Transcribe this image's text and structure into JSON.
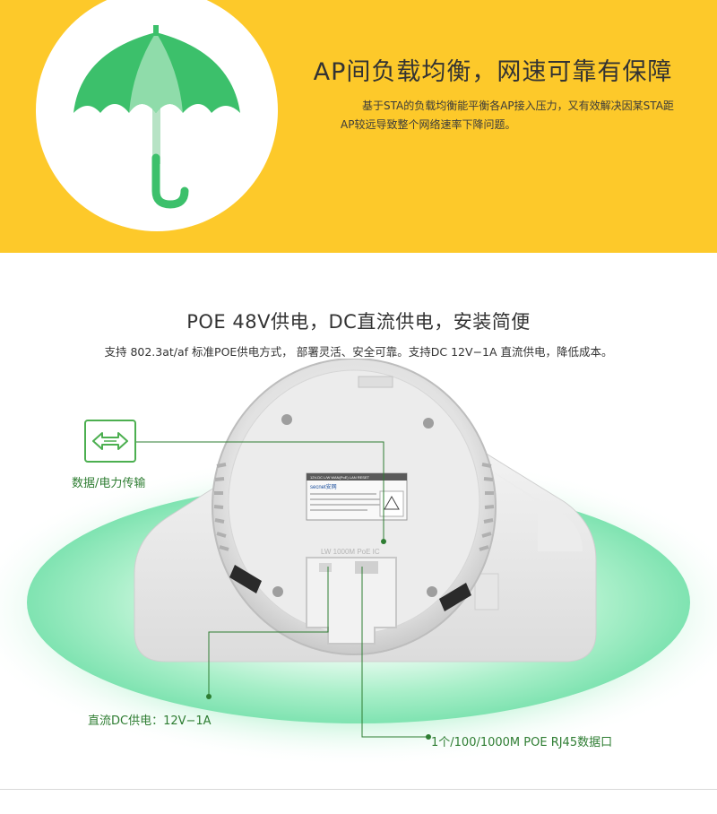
{
  "banner": {
    "title": "AP间负载均衡，网速可靠有保障",
    "description": "基于STA的负载均衡能平衡各AP接入压力，又有效解决因某STA距AP较远导致整个网络速率下降问题。",
    "background_color": "#fdc92a",
    "icon": "umbrella-icon"
  },
  "poe_section": {
    "title": "POE 48V供电，DC直流供电，安装简便",
    "description": "支持 802.3at/af 标准POE供电方式， 部署灵活、安全可靠。支持DC 12V−1A 直流供电，降低成本。"
  },
  "callouts": {
    "data_power": "数据/电力传输",
    "dc_power": "直流DC供电：12V−1A",
    "rj45_port": "1个/100/1000M POE RJ45数据口",
    "icon": "bidirectional-arrow-icon",
    "accent_color": "#2e7d32"
  },
  "device_label": {
    "brand": "secnet安网",
    "port_row": [
      "12V-DC",
      "L/W",
      "WAN(PoE)",
      "LAN",
      "RESET"
    ],
    "port_marks": "LW 1000M PoE IC"
  }
}
